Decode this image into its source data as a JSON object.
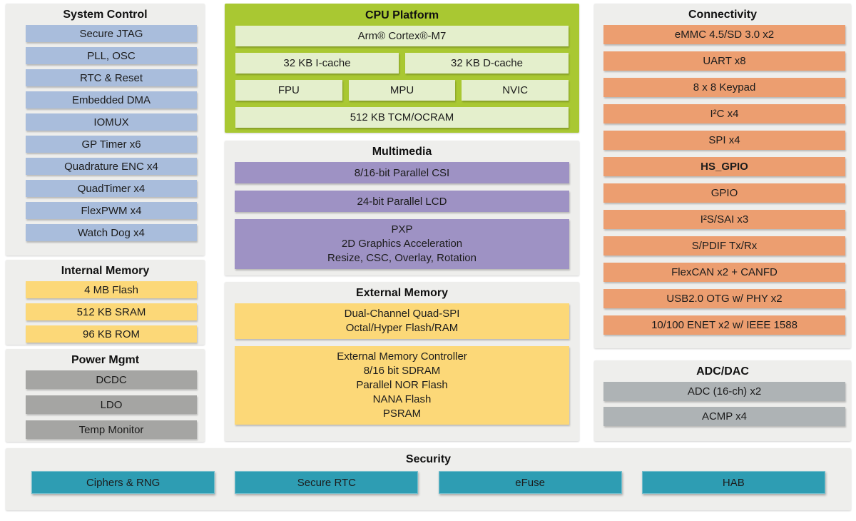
{
  "colors": {
    "panel_bg": "#eeeeec",
    "blue": "#a9bddc",
    "lime": "#a9c832",
    "pale_green": "#e4efcc",
    "purple": "#9e92c4",
    "yellow": "#fcd878",
    "orange": "#ec9e70",
    "gray_power": "#a5a5a3",
    "gray_adc": "#aeb3b5",
    "teal": "#2e9db3",
    "text": "#1c1c1c"
  },
  "panels": {
    "system_control": {
      "title": "System Control",
      "items": [
        "Secure JTAG",
        "PLL, OSC",
        "RTC & Reset",
        "Embedded DMA",
        "IOMUX",
        "GP Timer x6",
        "Quadrature ENC x4",
        "QuadTimer x4",
        "FlexPWM x4",
        "Watch Dog x4"
      ]
    },
    "internal_memory": {
      "title": "Internal Memory",
      "items": [
        "4 MB Flash",
        "512 KB SRAM",
        "96 KB ROM"
      ]
    },
    "power_mgmt": {
      "title": "Power Mgmt",
      "items": [
        "DCDC",
        "LDO",
        "Temp Monitor"
      ]
    },
    "cpu_platform": {
      "title": "CPU Platform",
      "core": "Arm® Cortex®-M7",
      "caches": [
        "32 KB I-cache",
        "32 KB D-cache"
      ],
      "units": [
        "FPU",
        "MPU",
        "NVIC"
      ],
      "ram": "512 KB TCM/OCRAM"
    },
    "multimedia": {
      "title": "Multimedia",
      "items": [
        "8/16-bit Parallel CSI",
        "24-bit Parallel LCD",
        "PXP\n2D Graphics Acceleration\nResize, CSC, Overlay, Rotation"
      ]
    },
    "external_memory": {
      "title": "External Memory",
      "items": [
        "Dual-Channel Quad-SPI\nOctal/Hyper Flash/RAM",
        "External Memory Controller\n8/16 bit SDRAM\nParallel NOR Flash\nNANA Flash\nPSRAM"
      ]
    },
    "connectivity": {
      "title": "Connectivity",
      "items": [
        "eMMC 4.5/SD 3.0 x2",
        "UART x8",
        "8 x 8 Keypad",
        "I²C x4",
        "SPI  x4",
        "HS_GPIO",
        "GPIO",
        "I²S/SAI x3",
        "S/PDIF Tx/Rx",
        "FlexCAN x2 + CANFD",
        "USB2.0 OTG w/ PHY x2",
        "10/100 ENET x2 w/ IEEE 1588"
      ]
    },
    "adc_dac": {
      "title": "ADC/DAC",
      "items": [
        "ADC (16-ch) x2",
        "ACMP x4"
      ]
    },
    "security": {
      "title": "Security",
      "items": [
        "Ciphers & RNG",
        "Secure RTC",
        "eFuse",
        "HAB"
      ]
    }
  }
}
